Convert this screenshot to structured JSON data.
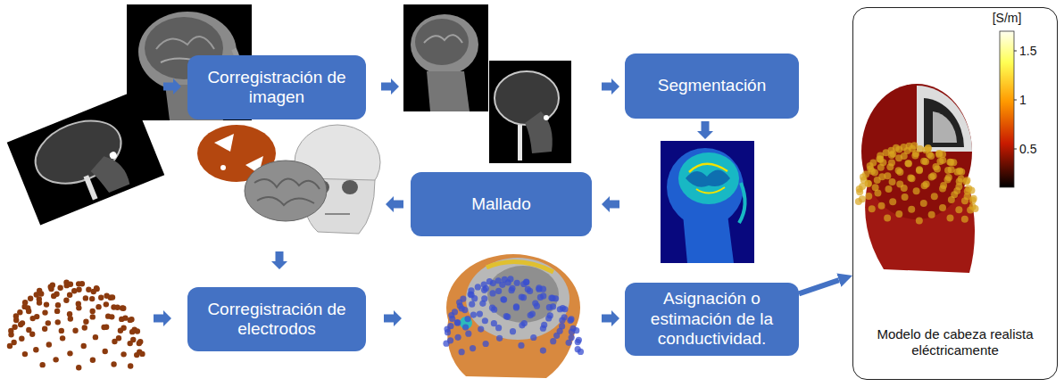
{
  "diagram": {
    "nodes": [
      {
        "text": [
          "Corregistración de imagen"
        ]
      },
      {
        "text": [
          "Segmentación"
        ]
      },
      {
        "text": [
          "Mallado"
        ]
      },
      {
        "text": [
          "Corregistración de electrodos"
        ]
      },
      {
        "text": [
          "Asignación o estimación de la conductividad."
        ]
      },
      {
        "text": [
          "Modelo de cabeza realista eléctricamente"
        ]
      }
    ],
    "edges": [
      {
        "from": 4,
        "to": 5,
        "arrow": "to"
      }
    ],
    "labels": [
      "[S/m]",
      "1.5",
      "1",
      "0.5"
    ]
  }
}
